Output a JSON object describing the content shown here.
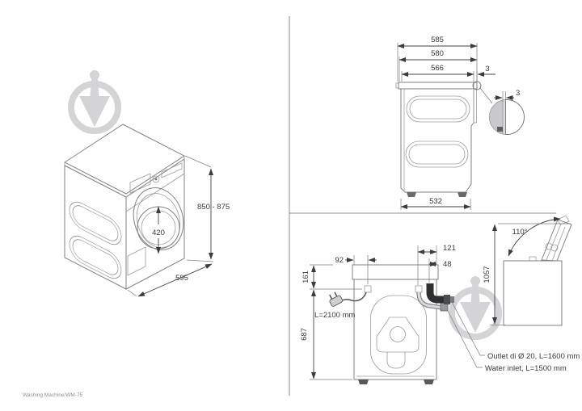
{
  "footer": {
    "label": "Washing Machine/WM-75"
  },
  "isometric_view": {
    "drum_diameter": "420",
    "height_range": "850 - 875",
    "depth": "595"
  },
  "side_view": {
    "width_total": "585",
    "width_mid": "580",
    "width_body": "566",
    "door_gap": "3",
    "detail_gap": "3",
    "base_width": "532"
  },
  "rear_view": {
    "cord_offset": "92",
    "outlet_offset": "121",
    "inlet_offset": "48",
    "top_height": "161",
    "lower_height": "687",
    "cord_length": "L=2100 mm",
    "outlet_label": "Outlet di Ø 20, L=1600 mm",
    "inlet_label": "Water inlet, L=1500 mm"
  },
  "open_lid_view": {
    "lid_angle": "110°",
    "open_height": "1057"
  }
}
